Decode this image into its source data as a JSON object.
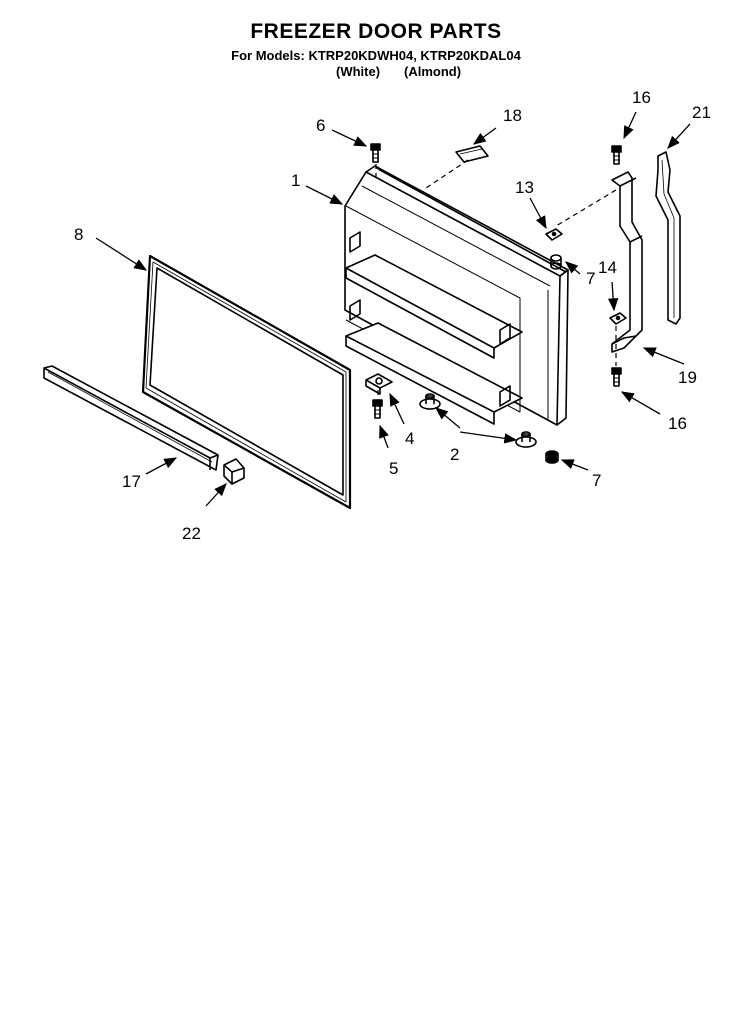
{
  "header": {
    "title": "FREEZER DOOR PARTS",
    "models_line": "For Models: KTRP20KDWH04, KTRP20KDAL04",
    "color_white": "(White)",
    "color_almond": "(Almond)"
  },
  "part_labels": [
    "1",
    "2",
    "4",
    "5",
    "6",
    "7",
    "7",
    "8",
    "13",
    "14",
    "16",
    "16",
    "17",
    "18",
    "19",
    "21",
    "22"
  ]
}
